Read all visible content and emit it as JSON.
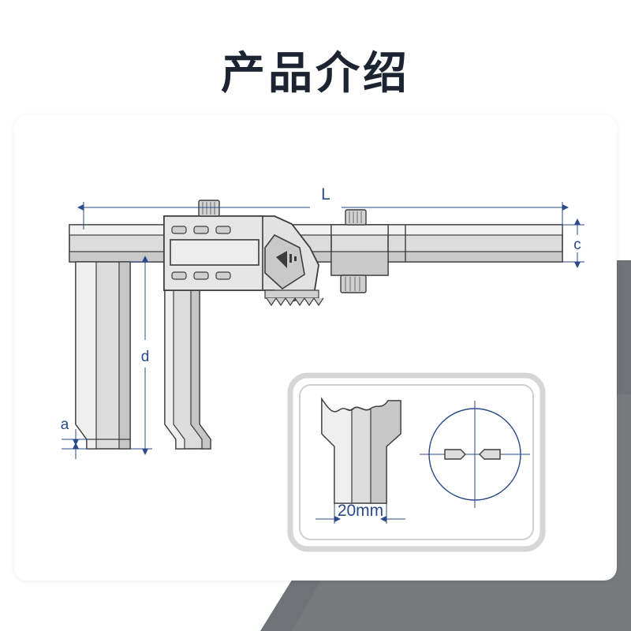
{
  "page": {
    "title": "产品介绍",
    "background_color": "#ffffff",
    "accent_color": "#2b4a8b",
    "grey_panel_color": "#6f7276"
  },
  "diagram": {
    "name": "digital-caliper-technical-drawing",
    "dimension_labels": {
      "overall_length": "L",
      "beam_thickness": "c",
      "jaw_depth": "d",
      "jaw_tip_height": "a"
    },
    "detail_view": {
      "caption": "20mm",
      "name": "jaw-detail-inset"
    },
    "display_reading": ""
  }
}
